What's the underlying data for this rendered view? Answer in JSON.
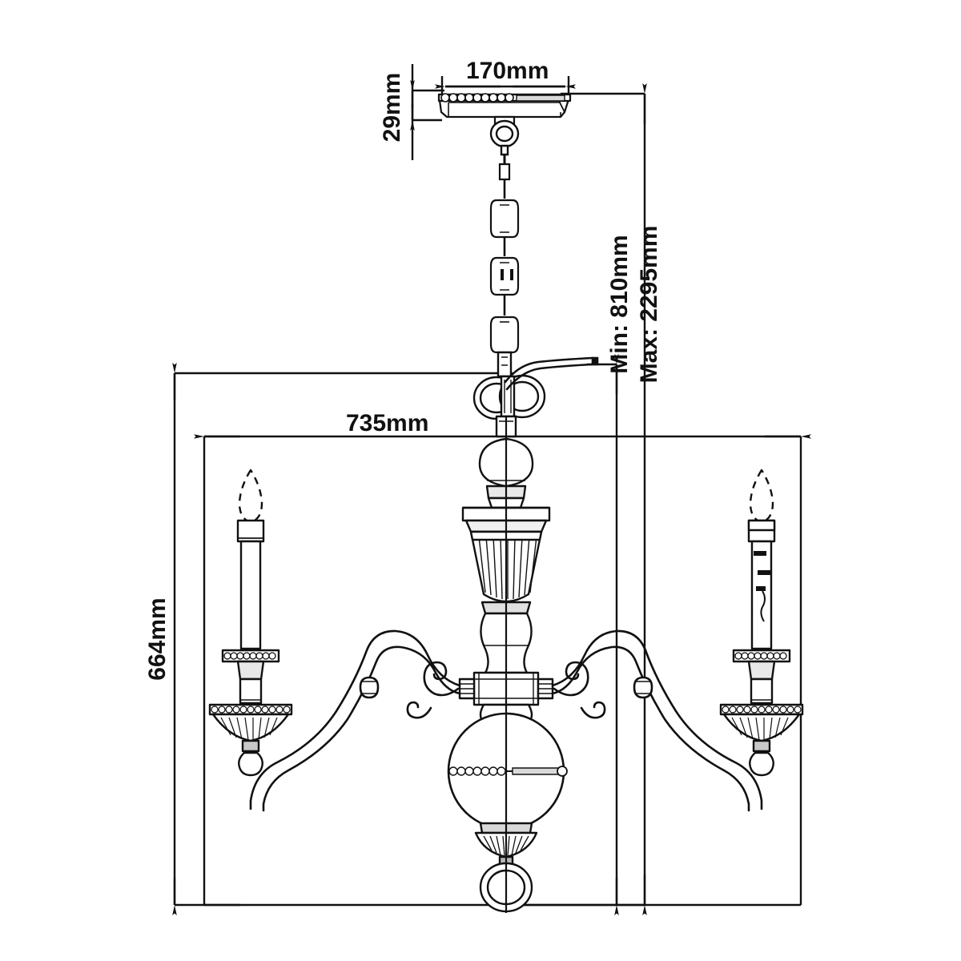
{
  "drawing": {
    "title": "Chandelier Technical Dimension Drawing",
    "type": "line-drawing",
    "background_color": "#ffffff",
    "line_color": "#111111",
    "product": "3-arm candle chandelier with chain suspension"
  },
  "dimensions": {
    "ceiling_plate_width": {
      "label": "170mm",
      "orientation": "horizontal",
      "value": 170,
      "unit": "mm",
      "describes": "ceiling-mount-plate-width"
    },
    "ceiling_plate_height": {
      "label": "29mm",
      "orientation": "vertical",
      "value": 29,
      "unit": "mm",
      "describes": "ceiling-mount-plate-height"
    },
    "overall_width": {
      "label": "735mm",
      "orientation": "horizontal",
      "value": 735,
      "unit": "mm",
      "describes": "overall-fixture-width"
    },
    "body_height": {
      "label": "664mm",
      "orientation": "vertical",
      "value": 664,
      "unit": "mm",
      "describes": "chandelier-body-height"
    },
    "drop_min": {
      "label": "Min: 810mm",
      "orientation": "vertical",
      "value": 810,
      "unit": "mm",
      "describes": "minimum-total-drop"
    },
    "drop_max": {
      "label": "Max: 2295mm",
      "orientation": "vertical",
      "value": 2295,
      "unit": "mm",
      "describes": "maximum-total-drop"
    }
  },
  "components": {
    "ceiling_plate": "ceiling-mount-plate",
    "suspension_loop": "suspension-loop",
    "chain": "suspension-chain",
    "chain_links": 4,
    "hook": "ceiling-hook",
    "cable": "power-cable",
    "upper_finial": "upper-finial",
    "body_urn": "central-urn-body",
    "arm_hub": "arm-hub-collar",
    "arms": 2,
    "arm_scrolls": 2,
    "sphere": "central-sphere",
    "bottom_finial": "bottom-finial-ring",
    "candles": 3,
    "candle_parts": [
      "bulb-flame",
      "candle-tube",
      "bobeche-drip-plate",
      "candle-cup",
      "candle-stem"
    ]
  }
}
